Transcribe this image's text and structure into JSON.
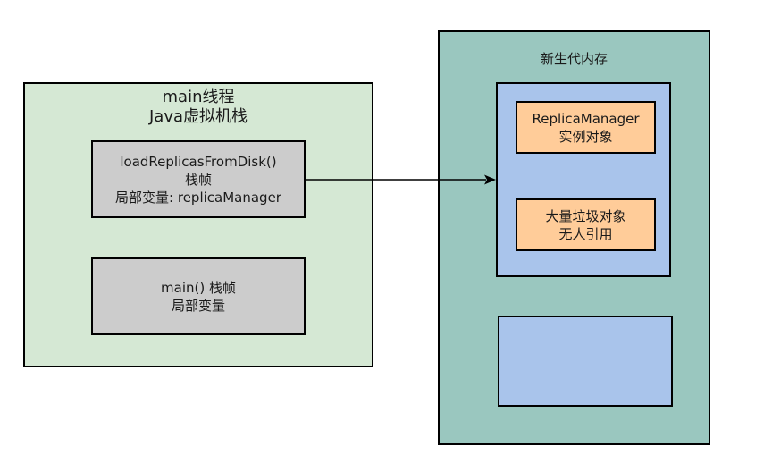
{
  "stack": {
    "title_line1": "main线程",
    "title_line2": "Java虚拟机栈",
    "frames": [
      {
        "line1": "loadReplicasFromDisk()",
        "line2": "栈帧",
        "line3": "局部变量: replicaManager"
      },
      {
        "line1": "main() 栈帧",
        "line2": "局部变量"
      }
    ]
  },
  "heap": {
    "label": "新生代内存",
    "objects": [
      {
        "line1": "ReplicaManager",
        "line2": "实例对象"
      },
      {
        "line1": "大量垃圾对象",
        "line2": "无人引用"
      }
    ]
  },
  "colors": {
    "stack_bg": "#d5e8d4",
    "frame_bg": "#cccccc",
    "heap_bg": "#9ac7bf",
    "region_bg": "#a9c4eb",
    "object_bg": "#ffcc99"
  }
}
